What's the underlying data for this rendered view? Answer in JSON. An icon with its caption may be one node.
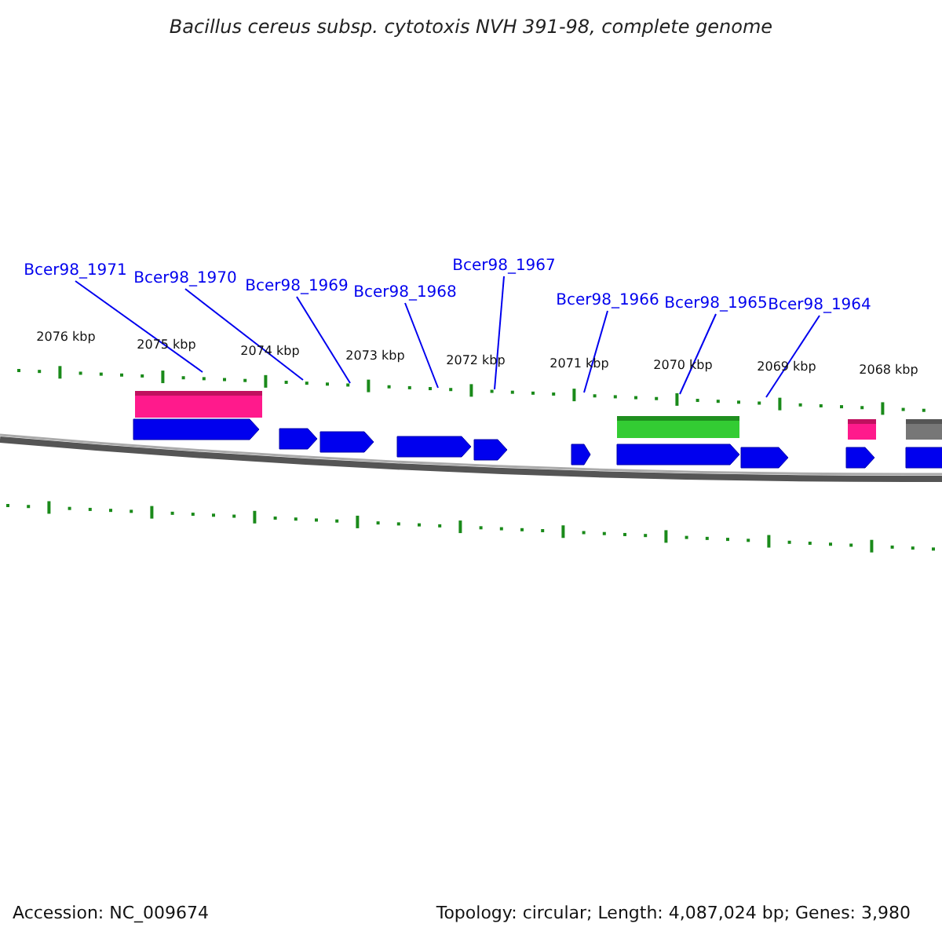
{
  "diagram": {
    "title": "Bacillus cereus subsp. cytotoxis NVH 391-98, complete genome",
    "nodes": [
      {
        "text": [
          "Bcer98_1971"
        ]
      },
      {
        "text": [
          "Bcer98_1970"
        ]
      },
      {
        "text": [
          "Bcer98_1969"
        ]
      },
      {
        "text": [
          "Bcer98_1968"
        ]
      },
      {
        "text": [
          "Bcer98_1967"
        ]
      },
      {
        "text": [
          "Bcer98_1966"
        ]
      },
      {
        "text": [
          "Bcer98_1965"
        ]
      },
      {
        "text": [
          "Bcer98_1964"
        ]
      },
      {
        "text": [],
        "shape": "ruler"
      }
    ],
    "edges": [
      {
        "from": 0,
        "to": 8,
        "arrow": "none"
      },
      {
        "from": 1,
        "to": 8,
        "arrow": "none"
      },
      {
        "from": 2,
        "to": 8,
        "arrow": "none"
      },
      {
        "from": 3,
        "to": 8,
        "arrow": "none"
      },
      {
        "from": 4,
        "to": 8,
        "arrow": "none"
      },
      {
        "from": 5,
        "to": 8,
        "arrow": "none"
      },
      {
        "from": 6,
        "to": 8,
        "arrow": "none"
      },
      {
        "from": 7,
        "to": 8,
        "arrow": "none"
      }
    ],
    "labels": [
      "2076 kbp",
      "2075 kbp",
      "2074 kbp",
      "2073 kbp",
      "2072 kbp",
      "2071 kbp",
      "2070 kbp",
      "2069 kbp",
      "2068 kbp",
      "Accession: NC_009674",
      "Topology: circular; Length: 4,087,024 bp; Genes: 3,980"
    ]
  }
}
